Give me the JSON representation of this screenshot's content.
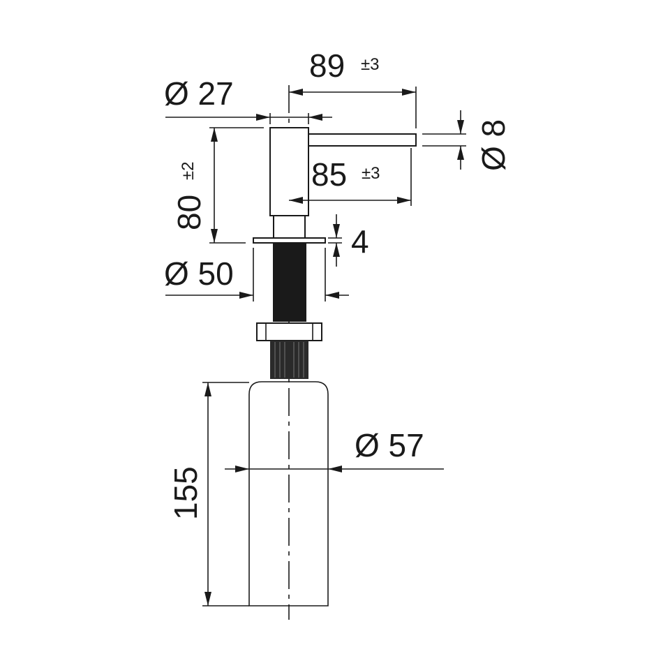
{
  "drawing": {
    "title": "Soap dispenser dimension drawing",
    "dimensions": {
      "spout_reach_outer": {
        "value": "89",
        "tolerance": "±3"
      },
      "spout_reach_inner": {
        "value": "85",
        "tolerance": "±3"
      },
      "head_diameter": {
        "value": "Ø 27"
      },
      "head_height": {
        "value": "80",
        "tolerance": "±2"
      },
      "spout_diameter": {
        "value": "Ø 8"
      },
      "flange_thickness": {
        "value": "4"
      },
      "flange_diameter": {
        "value": "Ø 50"
      },
      "bottle_diameter": {
        "value": "Ø 57"
      },
      "bottle_height": {
        "value": "155"
      }
    },
    "line_color": "#1a1a1a"
  }
}
